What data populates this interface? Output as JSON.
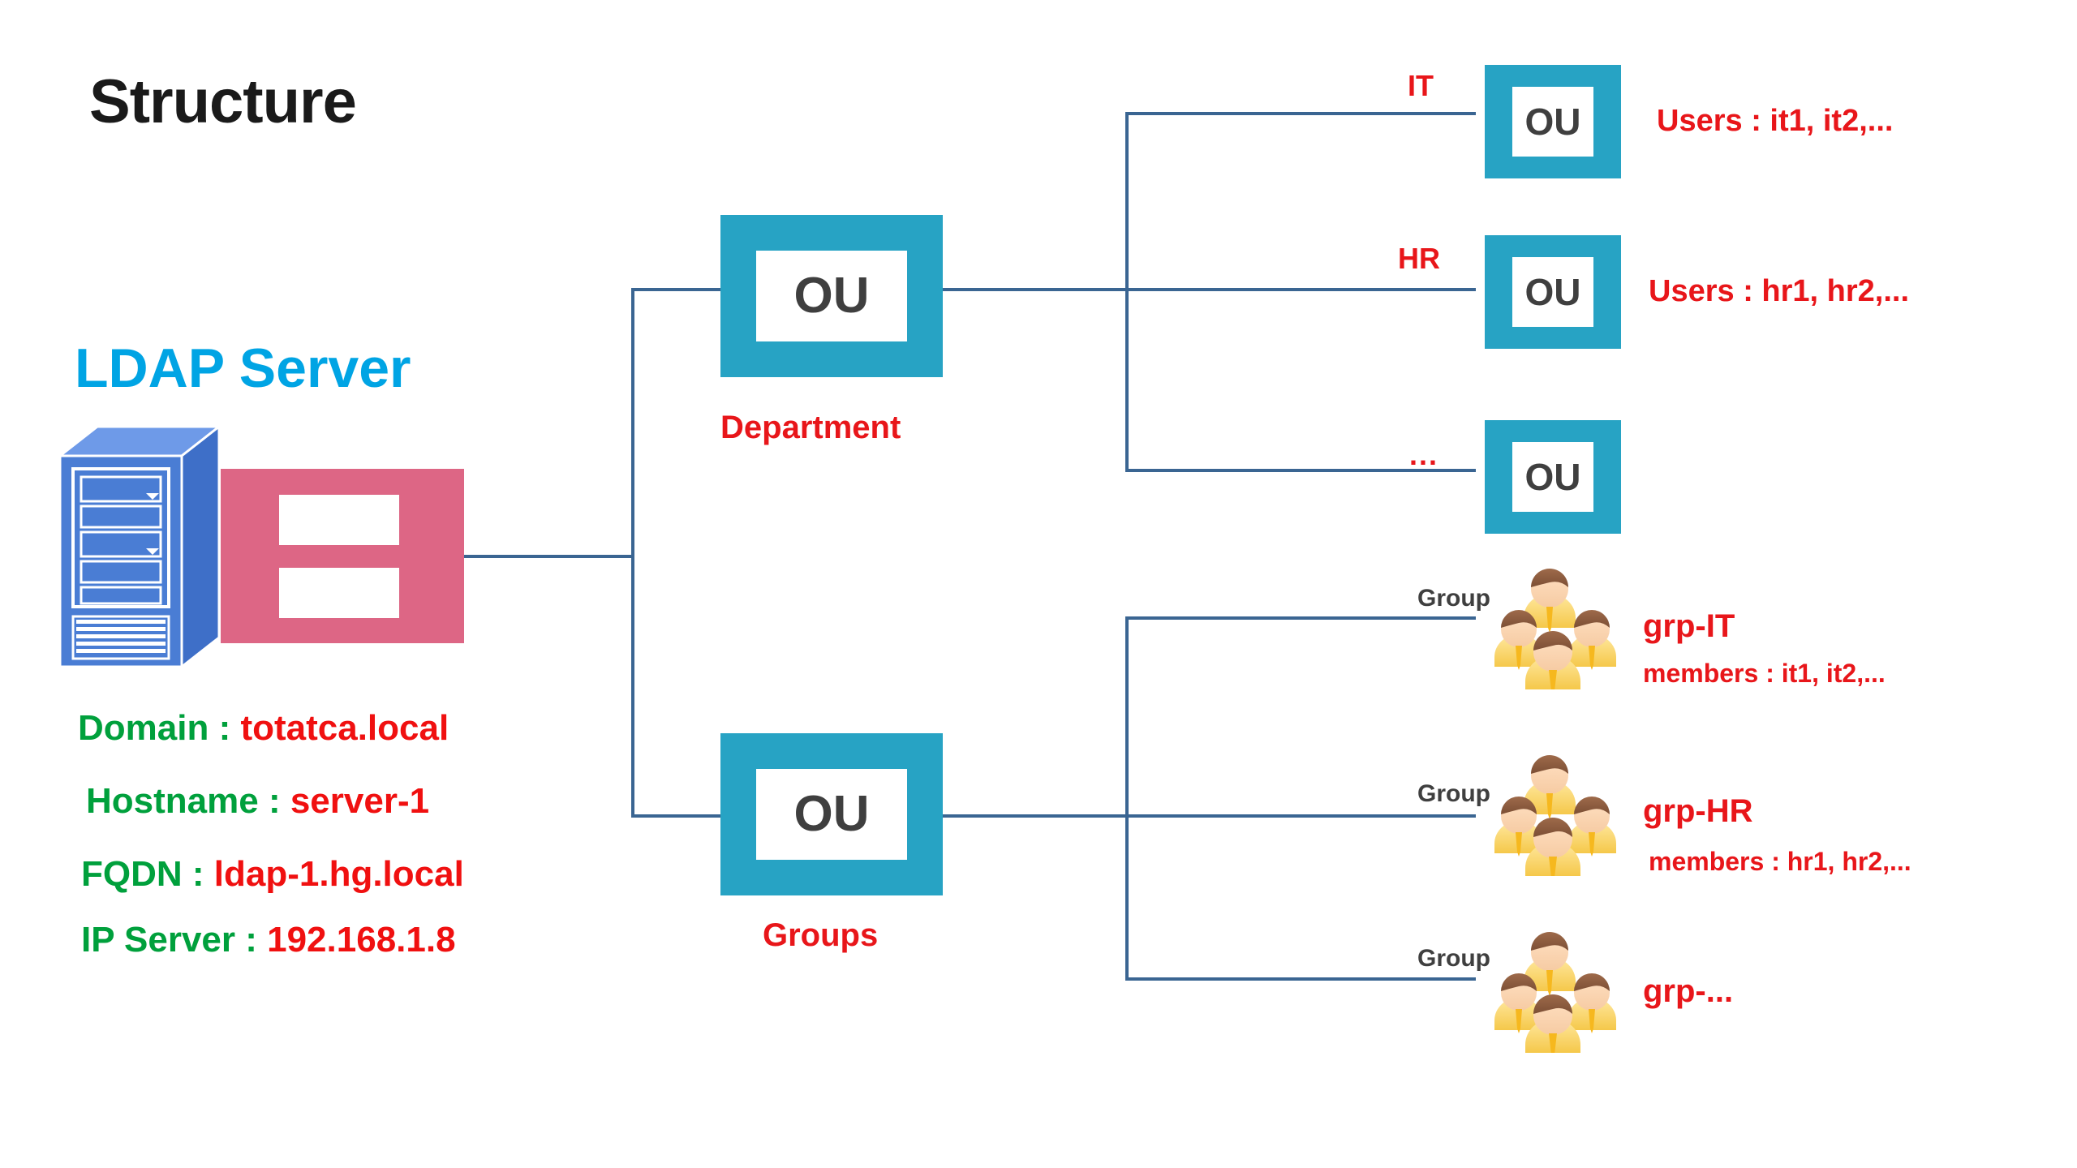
{
  "title": "Structure",
  "server": {
    "heading": "LDAP Server",
    "icon_server": "server-tower-icon",
    "icon_database": "database-block-icon",
    "info": [
      {
        "label": "Domain : ",
        "value": "totatca.local"
      },
      {
        "label": "Hostname : ",
        "value": "server-1"
      },
      {
        "label": "FQDN : ",
        "value": "ldap-1.hg.local"
      },
      {
        "label": "IP Server : ",
        "value": "192.168.1.8"
      }
    ]
  },
  "tree": {
    "department": {
      "node_text": "OU",
      "label": "Department",
      "children": [
        {
          "branch_label": "IT",
          "node_text": "OU",
          "detail": "Users :  it1, it2,..."
        },
        {
          "branch_label": "HR",
          "node_text": "OU",
          "detail": "Users :  hr1, hr2,..."
        },
        {
          "branch_label": "...",
          "node_text": "OU",
          "detail": ""
        }
      ]
    },
    "groups": {
      "node_text": "OU",
      "label": "Groups",
      "children": [
        {
          "branch_label": "Group",
          "name": "grp-IT",
          "members": "members : it1, it2,..."
        },
        {
          "branch_label": "Group",
          "name": "grp-HR",
          "members": "members : hr1, hr2,..."
        },
        {
          "branch_label": "Group",
          "name": "grp-...",
          "members": ""
        }
      ]
    }
  },
  "colors": {
    "title": "#1a1a1a",
    "heading_blue": "#00A4E4",
    "ou_teal": "#27A3C4",
    "db_pink": "#DD6685",
    "server_blue": "#4A7DD4",
    "line_blue": "#3A6592",
    "label_red": "#E8161A",
    "label_green": "#00A03C",
    "value_red": "#F01010",
    "group_tag_gray": "#3F3F3F"
  }
}
